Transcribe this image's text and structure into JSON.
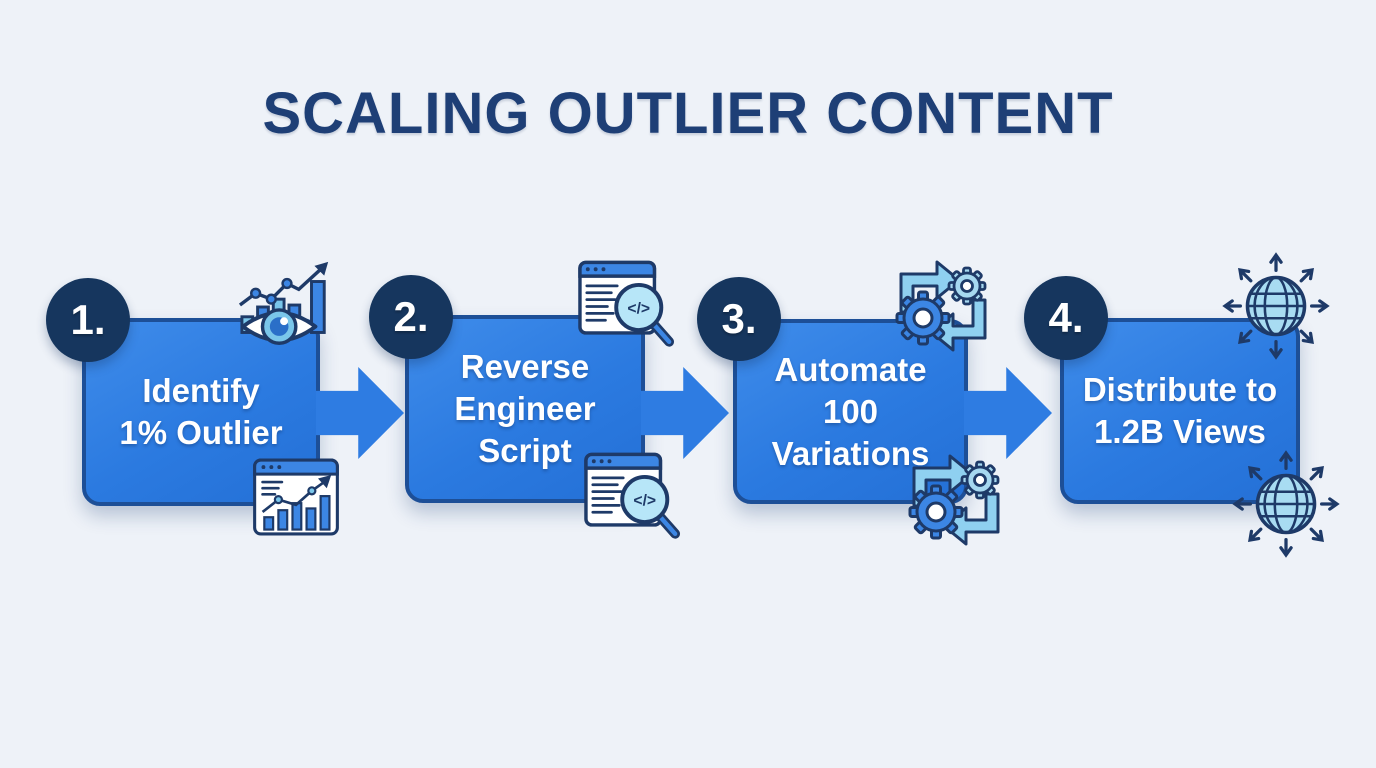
{
  "title": "SCALING OUTLIER CONTENT",
  "colors": {
    "background": "#eef2f8",
    "title_text": "#1e3f76",
    "box_fill": "#2b7ae0",
    "box_border": "#1d4f97",
    "number_circle": "#16365e",
    "arrow_fill": "#2e7ce2",
    "step_text": "#ffffff",
    "icon_outline": "#1e3a68",
    "icon_mid_blue": "#3c86e4",
    "icon_light_blue": "#a6d8f0"
  },
  "steps": [
    {
      "number": "1.",
      "label": "Identify 1% Outlier",
      "lines": [
        "Identify",
        "1% Outlier"
      ],
      "icon_top": "eye-analytics-icon",
      "icon_bottom": "analytics-window-icon"
    },
    {
      "number": "2.",
      "label": "Reverse Engineer Script",
      "lines": [
        "Reverse",
        "Engineer",
        "Script"
      ],
      "icon_top": "code-search-window-icon",
      "icon_bottom": "code-search-window-icon"
    },
    {
      "number": "3.",
      "label": "Automate 100 Variations",
      "lines": [
        "Automate",
        "100",
        "Variations"
      ],
      "icon_top": "gears-automation-icon",
      "icon_bottom": "gears-automation-icon"
    },
    {
      "number": "4.",
      "label": "Distribute to 1.2B Views",
      "lines": [
        "Distribute to",
        "1.2B Views"
      ],
      "icon_top": "globe-distribution-icon",
      "icon_bottom": "globe-distribution-icon"
    }
  ],
  "icons": {
    "code_glyph": "</>"
  }
}
